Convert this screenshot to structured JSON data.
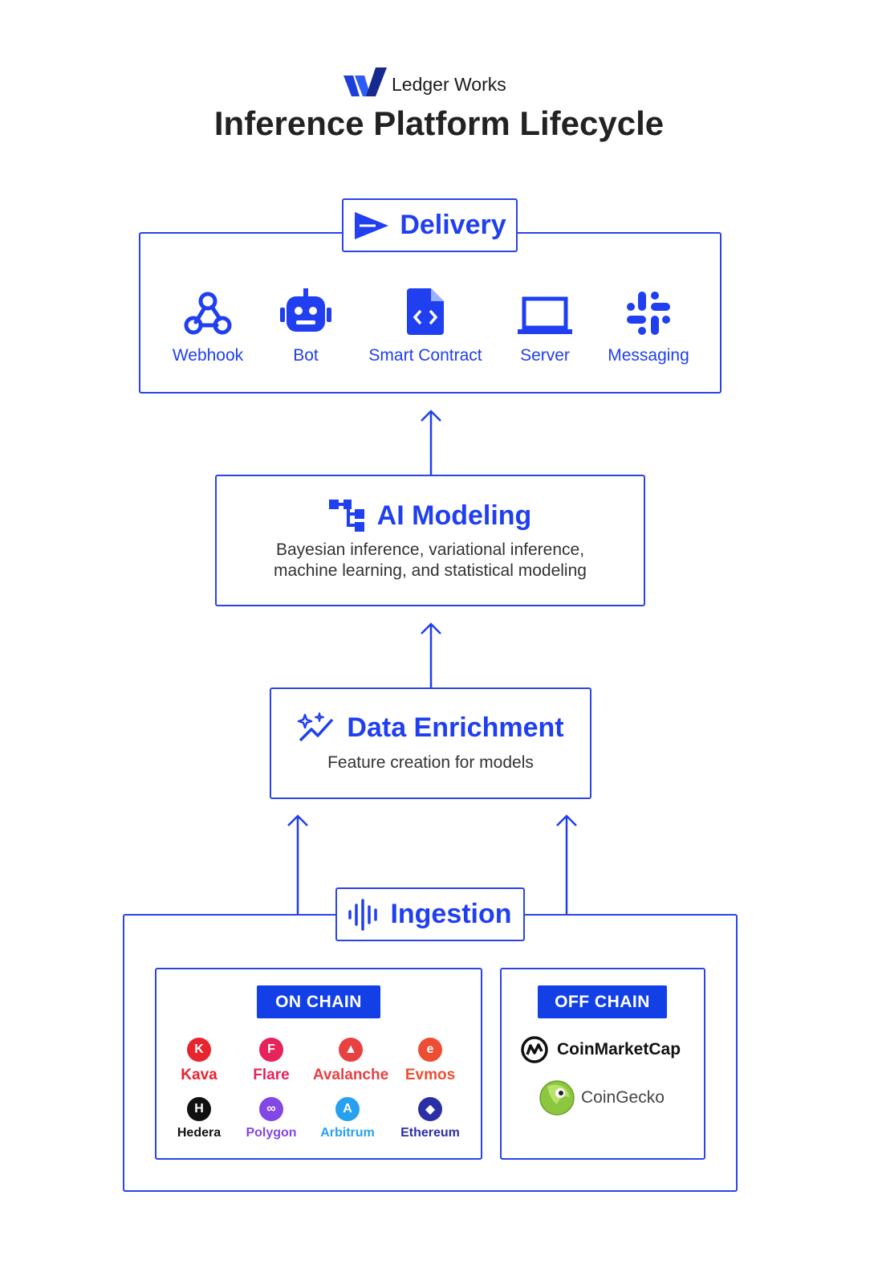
{
  "header": {
    "brand": "Ledger Works",
    "title": "Inference Platform Lifecycle"
  },
  "delivery": {
    "title": "Delivery",
    "items": [
      {
        "label": "Webhook",
        "icon": "webhook-icon"
      },
      {
        "label": "Bot",
        "icon": "robot-icon"
      },
      {
        "label": "Smart Contract",
        "icon": "code-file-icon"
      },
      {
        "label": "Server",
        "icon": "laptop-icon"
      },
      {
        "label": "Messaging",
        "icon": "slack-icon"
      }
    ]
  },
  "ai_modeling": {
    "title": "AI Modeling",
    "line1": "Bayesian inference, variational inference,",
    "line2": "machine learning, and statistical modeling"
  },
  "enrichment": {
    "title": "Data Enrichment",
    "subtitle": "Feature creation for models"
  },
  "ingestion": {
    "title": "Ingestion",
    "on_chain": {
      "label": "ON CHAIN",
      "chains": [
        {
          "name": "Kava",
          "color": "#e8242f"
        },
        {
          "name": "Flare",
          "color": "#e6235a"
        },
        {
          "name": "Avalanche",
          "color": "#e84142"
        },
        {
          "name": "Evmos",
          "color": "#ed4e33"
        },
        {
          "name": "Hedera",
          "color": "#111111"
        },
        {
          "name": "Polygon",
          "color": "#8247e5"
        },
        {
          "name": "Arbitrum",
          "color": "#28a0f0"
        },
        {
          "name": "Ethereum",
          "color": "#2b2fa6"
        }
      ]
    },
    "off_chain": {
      "label": "OFF CHAIN",
      "sources": [
        "CoinMarketCap",
        "CoinGecko"
      ]
    }
  },
  "colors": {
    "accent": "#1f3ff0",
    "border": "#2a44e8"
  }
}
